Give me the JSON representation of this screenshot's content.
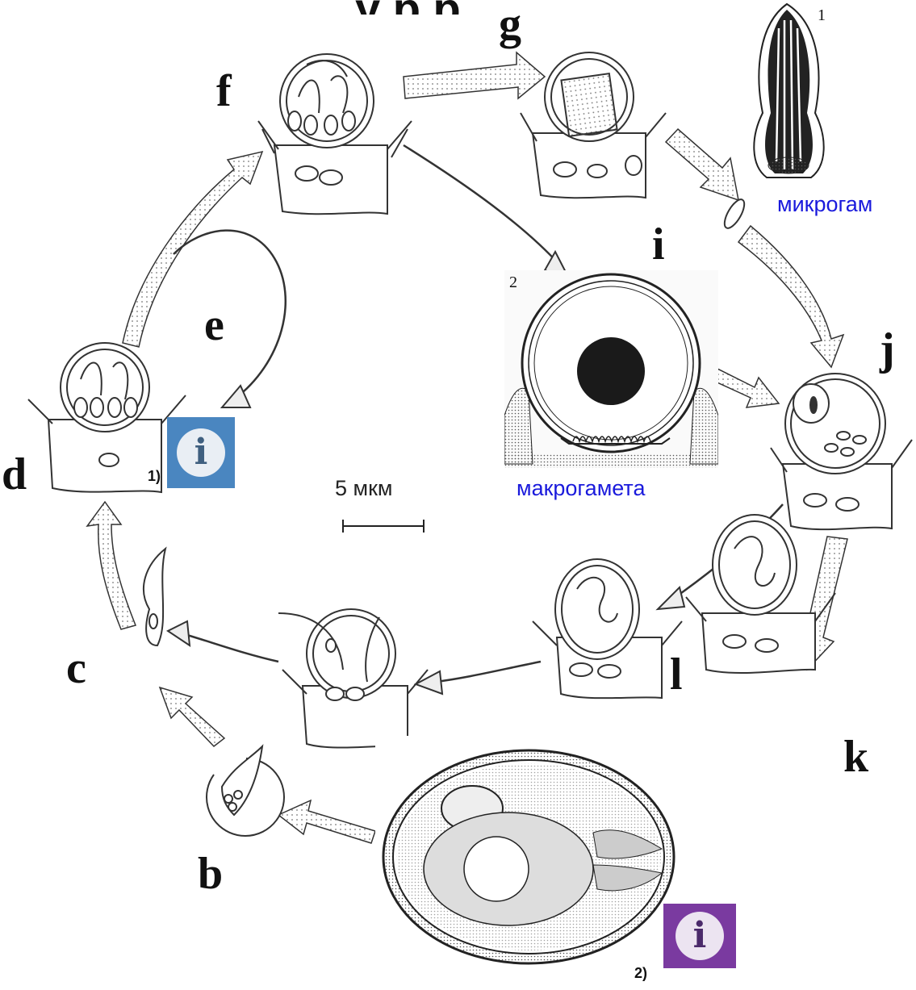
{
  "header_fragment": "у  р    р",
  "stages": [
    {
      "id": "b",
      "label": "b"
    },
    {
      "id": "c",
      "label": "c"
    },
    {
      "id": "d",
      "label": "d"
    },
    {
      "id": "e",
      "label": "e"
    },
    {
      "id": "f",
      "label": "f"
    },
    {
      "id": "g",
      "label": "g"
    },
    {
      "id": "i",
      "label": "i"
    },
    {
      "id": "j",
      "label": "j"
    },
    {
      "id": "k",
      "label": "k"
    },
    {
      "id": "l",
      "label": "l"
    }
  ],
  "scale_bar": {
    "label": "5 мкм"
  },
  "captions": {
    "microgamete": "микрогам",
    "macrogamete": "макрогамета"
  },
  "insets": {
    "microgamete_number": "1",
    "macrogamete_number": "2"
  },
  "info_buttons": [
    {
      "note": "1)",
      "color": "#4a86c0",
      "glyph_color": "#3f5f7f"
    },
    {
      "note": "2)",
      "color": "#7a3aa0",
      "glyph_color": "#4b2a6b"
    }
  ],
  "colors": {
    "arrow_fill": "#e8e8e8",
    "line": "#333333",
    "caption": "#1a1adc"
  }
}
